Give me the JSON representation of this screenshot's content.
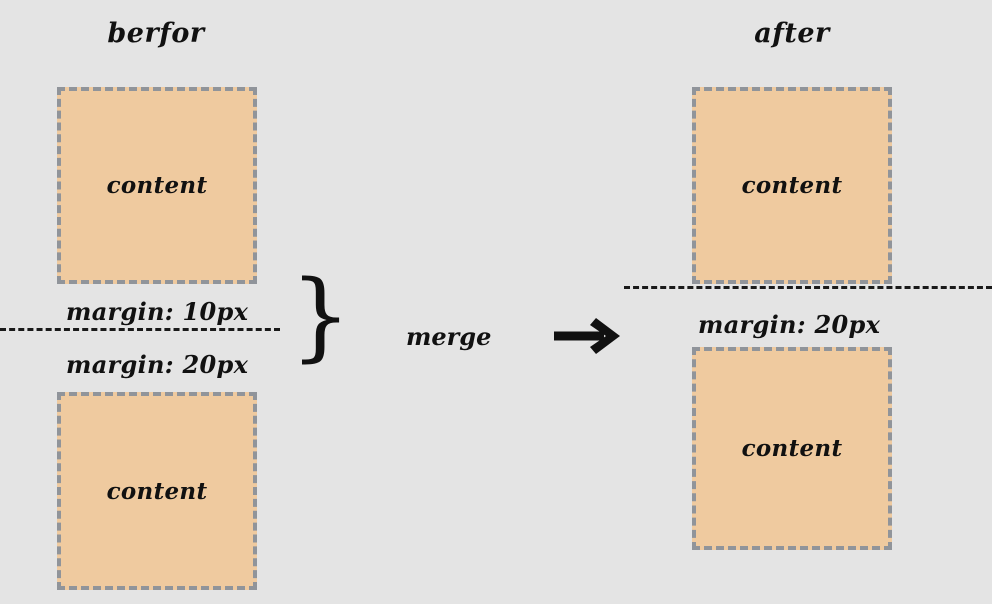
{
  "diagram": {
    "topic": "css-margin-collapse",
    "background_color": "#e4e4e4",
    "box_fill_color": "#efca9f",
    "box_border_color": "#90949a",
    "rule_color": "#1a1a1a",
    "text_color": "#111111"
  },
  "before": {
    "title": "berfor",
    "boxes": [
      {
        "label": "content"
      },
      {
        "label": "content"
      }
    ],
    "margins": [
      "margin: 10px",
      "margin: 20px"
    ],
    "brace": "}"
  },
  "transition": {
    "label": "merge",
    "arrow_icon": "arrow-right-icon"
  },
  "after": {
    "title": "after",
    "boxes": [
      {
        "label": "content"
      },
      {
        "label": "content"
      }
    ],
    "margins": [
      "margin: 20px"
    ]
  }
}
